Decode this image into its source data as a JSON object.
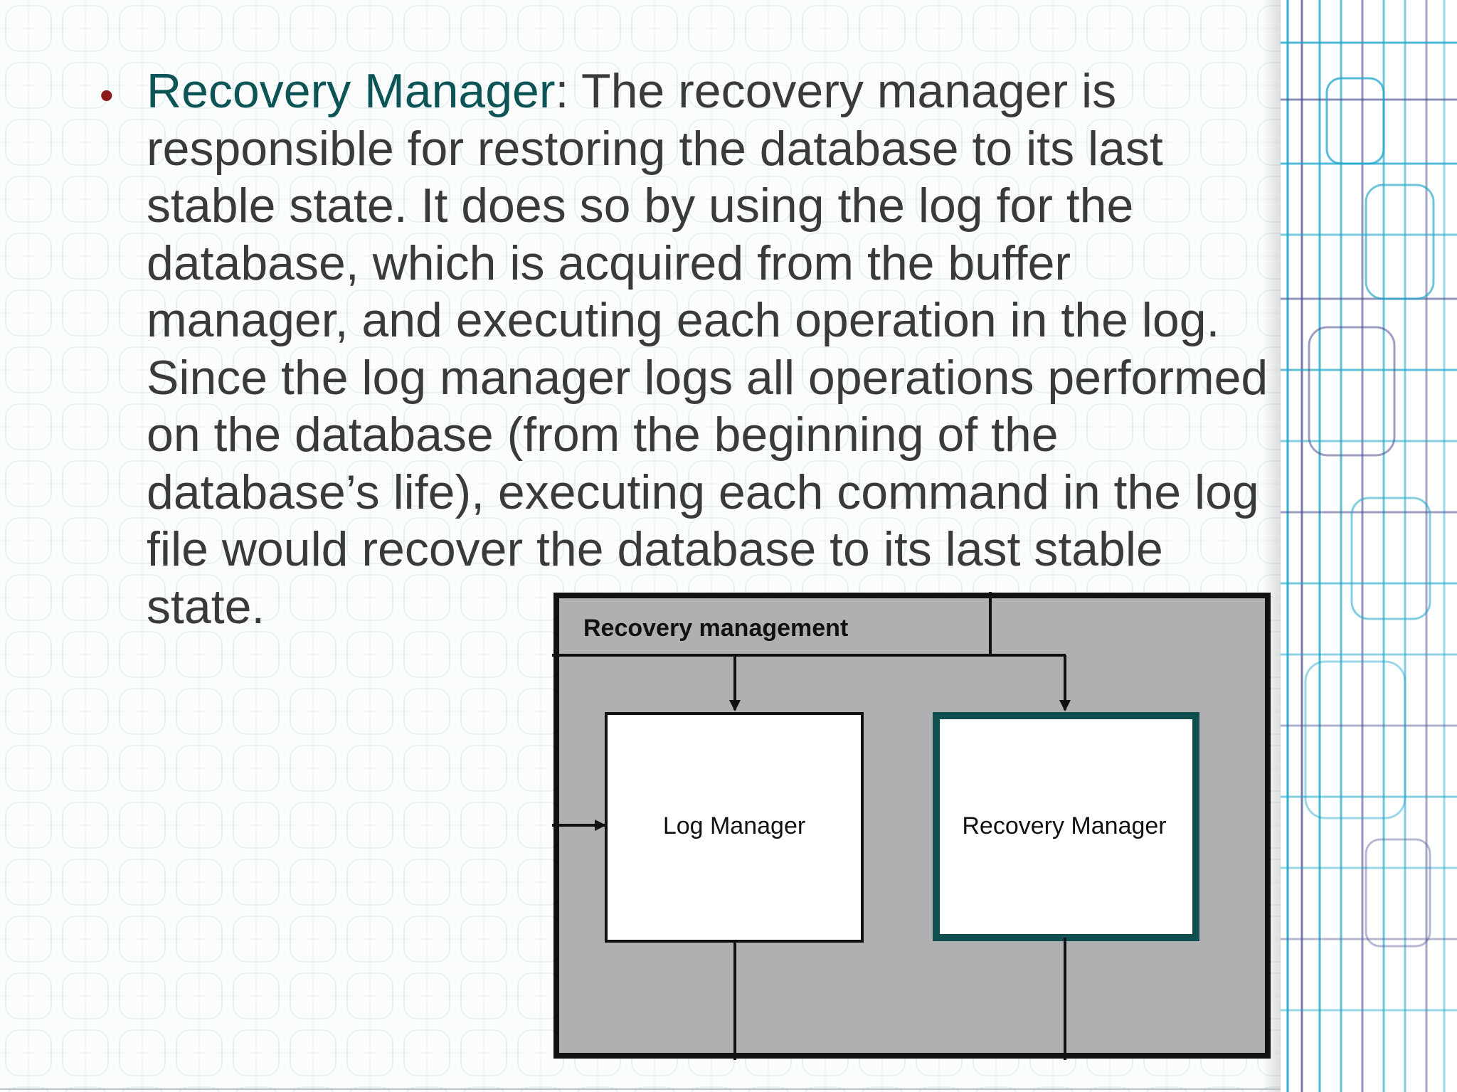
{
  "slide": {
    "bullet": {
      "term": "Recovery Manager",
      "body": ": The recovery manager is responsible for restoring the database to its last stable state. It does so by using the log for the database, which is acquired from the buffer manager, and executing each operation in the log. Since the log manager logs all operations performed on the database (from the beginning of the database’s life), executing each command in the log file would recover the database to its last stable state."
    }
  },
  "diagram": {
    "title": "Recovery management",
    "left_box": "Log Manager",
    "right_box": "Recovery Manager"
  },
  "colors": {
    "term": "#0d5457",
    "bullet": "#8b1a1a",
    "text": "#3a3a3a",
    "diagram_fill": "#b0b0b2",
    "right_box_border": "#0f4f4f"
  }
}
